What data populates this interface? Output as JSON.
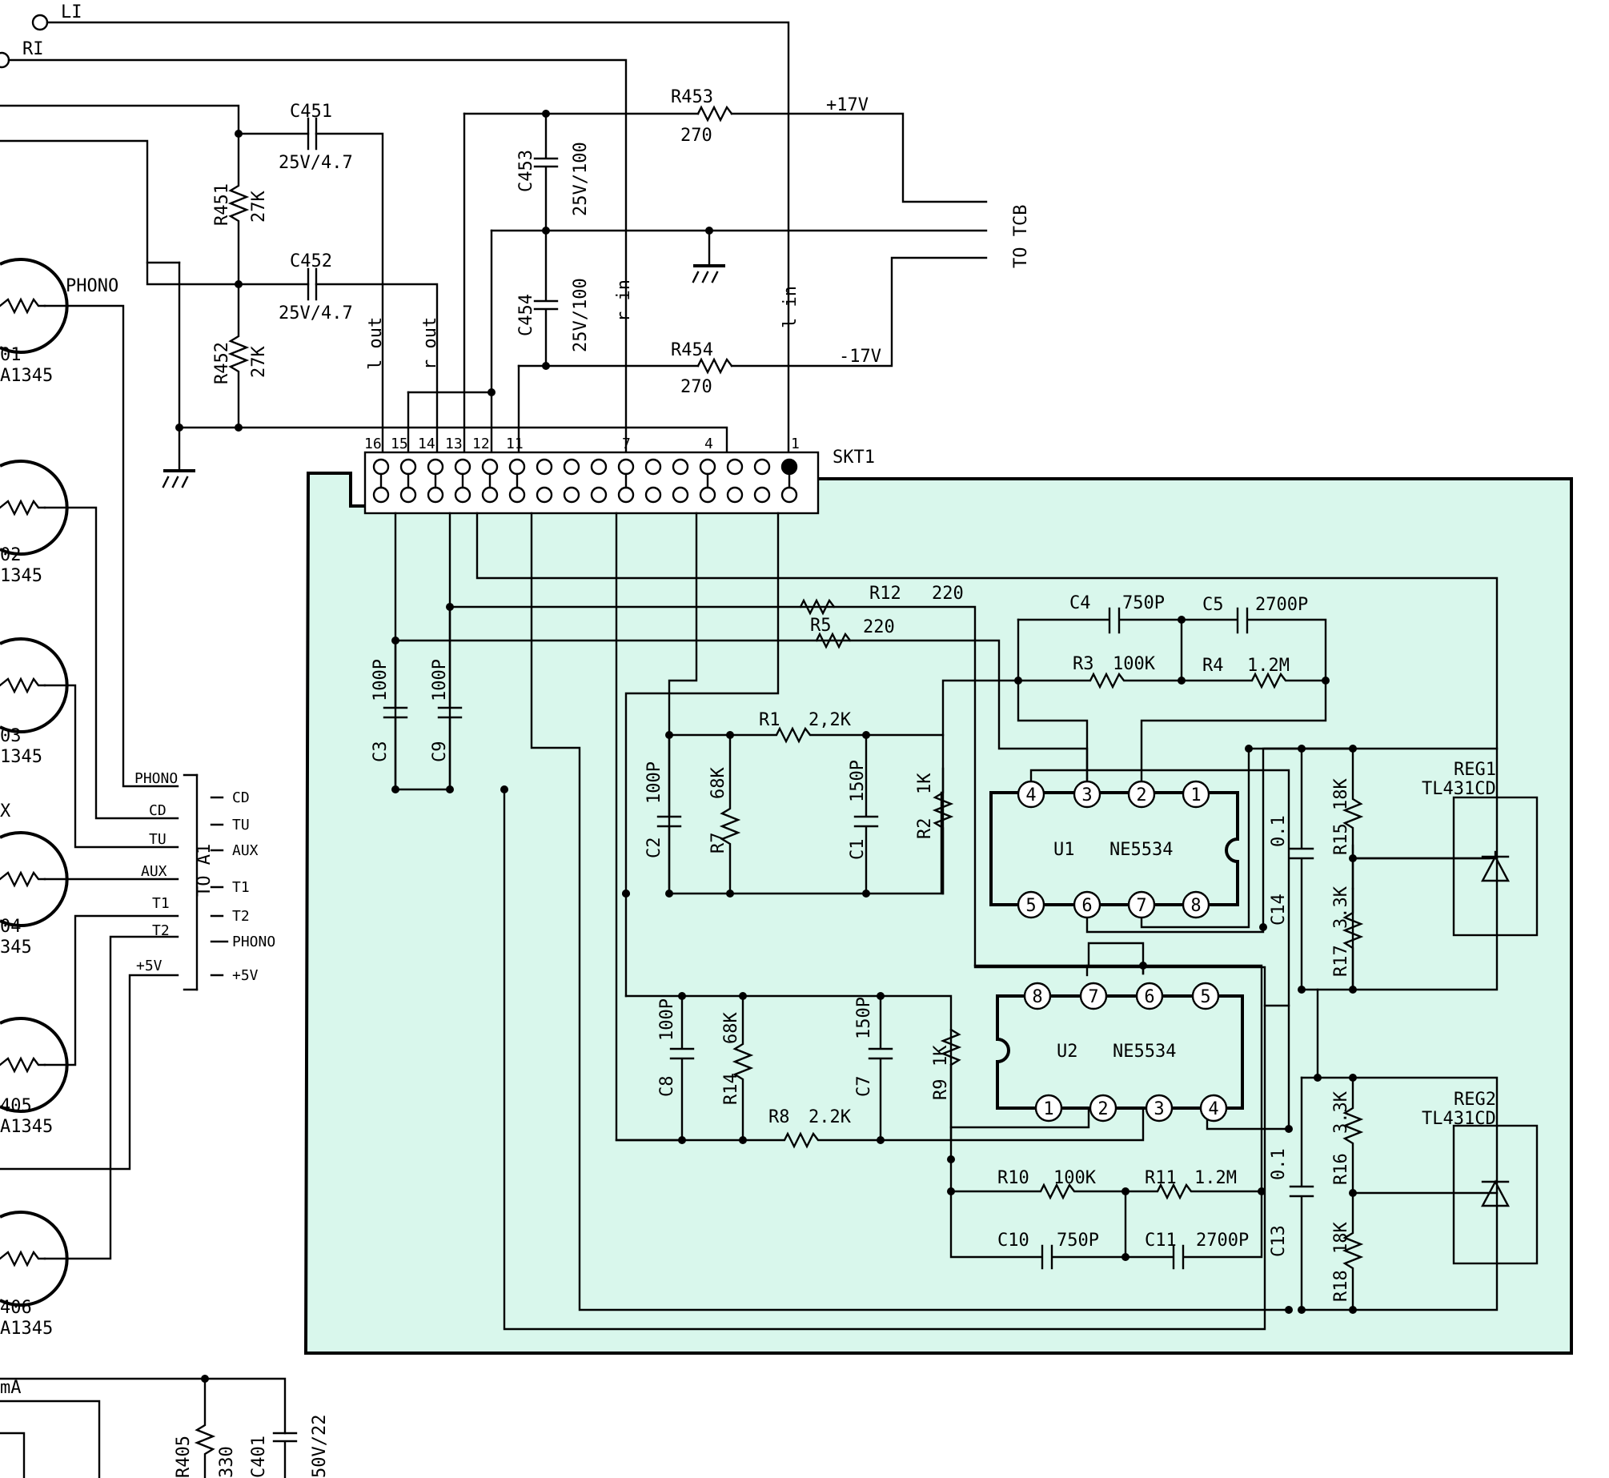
{
  "colors": {
    "board_fill": "#d9f7ec",
    "line": "#000000"
  },
  "inputs": {
    "li": "LI",
    "ri": "RI",
    "phono_cable": "PHONO"
  },
  "rails": {
    "pos": "+17V",
    "neg": "-17V",
    "to_tcb": "TO TCB"
  },
  "cable_nets": {
    "l_out": "l out",
    "r_out": "r out",
    "r_in": "r in",
    "l_in": "l in"
  },
  "left_jacks": [
    {
      "ref": "01",
      "part": "A1345"
    },
    {
      "ref": "02",
      "part": "1345"
    },
    {
      "ref": "03",
      "part": "1345"
    },
    {
      "ref": "04",
      "part": "345"
    },
    {
      "ref": "405",
      "part": "A1345"
    },
    {
      "ref": "406",
      "part": "A1345"
    }
  ],
  "left_misc": {
    "x_mark": "X",
    "ma": "mA"
  },
  "connector_a1": {
    "title": "TO A1",
    "left_labels": [
      "PHONO",
      "CD",
      "TU",
      "AUX",
      "T1",
      "T2",
      "+5V"
    ],
    "right_labels": [
      "CD",
      "TU",
      "AUX",
      "T1",
      "T2",
      "PHONO",
      "+5V"
    ]
  },
  "socket": {
    "name": "SKT1",
    "pin_numbers": [
      "16",
      "15",
      "14",
      "13",
      "12",
      "11",
      "7",
      "4",
      "1"
    ]
  },
  "components": {
    "c451": {
      "ref": "C451",
      "value": "25V/4.7"
    },
    "c452": {
      "ref": "C452",
      "value": "25V/4.7"
    },
    "r451": {
      "ref": "R451",
      "value": "27K"
    },
    "r452": {
      "ref": "R452",
      "value": "27K"
    },
    "c453": {
      "ref": "C453",
      "value": "25V/100"
    },
    "c454": {
      "ref": "C454",
      "value": "25V/100"
    },
    "r453": {
      "ref": "R453",
      "value": "270"
    },
    "r454": {
      "ref": "R454",
      "value": "270"
    },
    "r405": {
      "ref": "R405",
      "value": "330"
    },
    "c401": {
      "ref": "C401",
      "value": "50V/22"
    },
    "c3": {
      "ref": "C3",
      "value": "100P"
    },
    "c9": {
      "ref": "C9",
      "value": "100P"
    },
    "r12": {
      "ref": "R12",
      "value": "220"
    },
    "r5": {
      "ref": "R5",
      "value": "220"
    },
    "c4": {
      "ref": "C4",
      "value": "750P"
    },
    "c5": {
      "ref": "C5",
      "value": "2700P"
    },
    "r3": {
      "ref": "R3",
      "value": "100K"
    },
    "r4": {
      "ref": "R4",
      "value": "1.2M"
    },
    "r1": {
      "ref": "R1",
      "value": "2,2K"
    },
    "c2": {
      "ref": "C2",
      "value": "100P"
    },
    "r7": {
      "ref": "R7",
      "value": "68K"
    },
    "c1": {
      "ref": "C1",
      "value": "150P"
    },
    "r2": {
      "ref": "R2",
      "value": "1K"
    },
    "c8": {
      "ref": "C8",
      "value": "100P"
    },
    "r14": {
      "ref": "R14",
      "value": "68K"
    },
    "c7": {
      "ref": "C7",
      "value": "150P"
    },
    "r9": {
      "ref": "R9",
      "value": "1K"
    },
    "r8": {
      "ref": "R8",
      "value": "2.2K"
    },
    "r10": {
      "ref": "R10",
      "value": "100K"
    },
    "r11": {
      "ref": "R11",
      "value": "1.2M"
    },
    "c10": {
      "ref": "C10",
      "value": "750P"
    },
    "c11": {
      "ref": "C11",
      "value": "2700P"
    },
    "c14": {
      "ref": "C14",
      "value": "0.1"
    },
    "c13": {
      "ref": "C13",
      "value": "0.1"
    },
    "r15": {
      "ref": "R15",
      "value": "18K"
    },
    "r17": {
      "ref": "R17",
      "value": "3.3K"
    },
    "r16": {
      "ref": "R16",
      "value": "3.3K"
    },
    "r18": {
      "ref": "R18",
      "value": "18K"
    },
    "reg1": {
      "ref": "REG1",
      "part": "TL431CD"
    },
    "reg2": {
      "ref": "REG2",
      "part": "TL431CD"
    }
  },
  "u1": {
    "ref": "U1",
    "part": "NE5534",
    "pins_top": [
      "4",
      "3",
      "2",
      "1"
    ],
    "pins_bottom": [
      "5",
      "6",
      "7",
      "8"
    ]
  },
  "u2": {
    "ref": "U2",
    "part": "NE5534",
    "pins_top": [
      "8",
      "7",
      "6",
      "5"
    ],
    "pins_bottom": [
      "1",
      "2",
      "3",
      "4"
    ]
  }
}
